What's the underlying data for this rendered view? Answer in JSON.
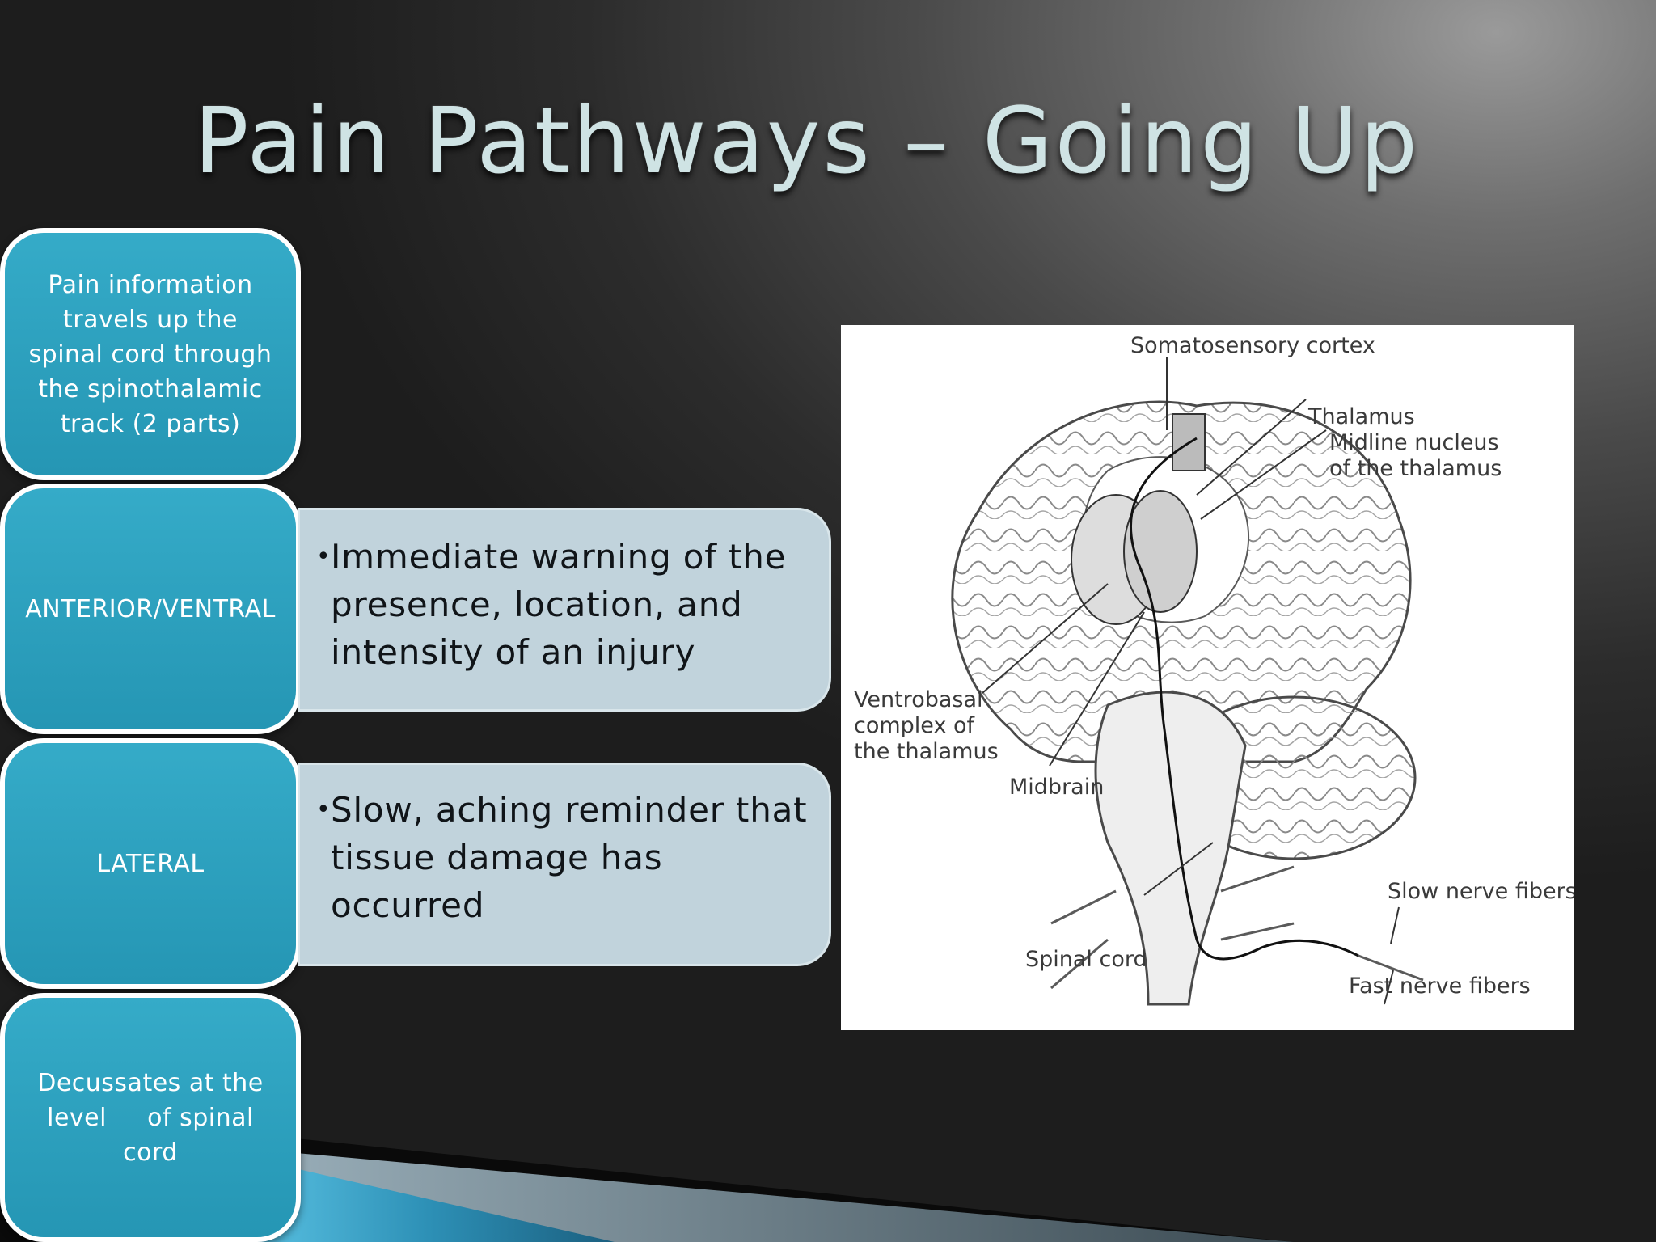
{
  "title": "Pain Pathways – Going Up",
  "boxes": [
    {
      "text": "Pain information travels up the spinal cord through the spinothalamic track (2 parts)"
    },
    {
      "text": "ANTERIOR/VENTRAL"
    },
    {
      "text": "LATERAL"
    },
    {
      "text": "Decussates at the level     of spinal cord"
    }
  ],
  "bullets": [
    {
      "text": "Immediate warning of the presence, location, and intensity of an injury"
    },
    {
      "text": "Slow, aching reminder that tissue damage has occurred"
    }
  ],
  "figure": {
    "labels": {
      "somatosensory": "Somatosensory cortex",
      "thalamus": "Thalamus",
      "midline_1": "Midline nucleus",
      "midline_2": "of the thalamus",
      "ventro_1": "Ventrobasal",
      "ventro_2": "complex of",
      "ventro_3": "the thalamus",
      "midbrain": "Midbrain",
      "slow": "Slow nerve fibers",
      "spinal": "Spinal cord",
      "fast": "Fast nerve fibers"
    }
  },
  "colors": {
    "box_teal": "#2aa0be",
    "panel": "#c1d3dc",
    "title": "#cfe3e4"
  }
}
